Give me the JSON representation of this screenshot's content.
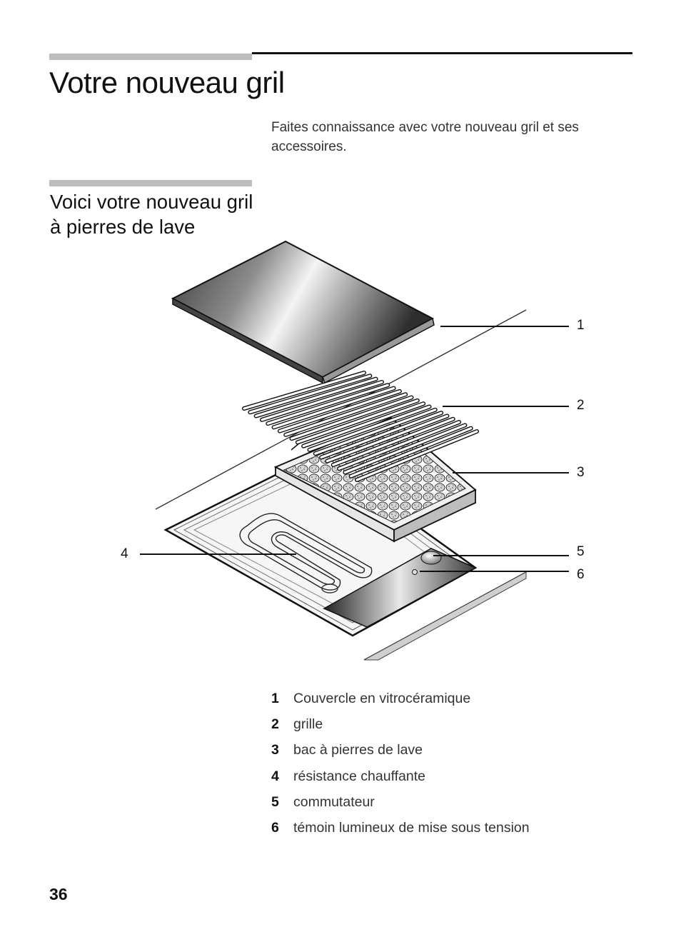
{
  "title": "Votre nouveau gril",
  "intro": "Faites connaissance avec votre nouveau gril et  ses accessoires.",
  "section_title": "Voici votre nouveau gril à pierres de lave",
  "figure": {
    "callouts": [
      "1",
      "2",
      "3",
      "4",
      "5",
      "6"
    ]
  },
  "legend": [
    {
      "num": "1",
      "text": "Couvercle en vitrocéramique"
    },
    {
      "num": "2",
      "text": "grille"
    },
    {
      "num": "3",
      "text": "bac à pierres de lave"
    },
    {
      "num": "4",
      "text": "résistance chauffante"
    },
    {
      "num": "5",
      "text": "commutateur"
    },
    {
      "num": "6",
      "text": "témoin lumineux de mise sous tension"
    }
  ],
  "page_number": "36"
}
